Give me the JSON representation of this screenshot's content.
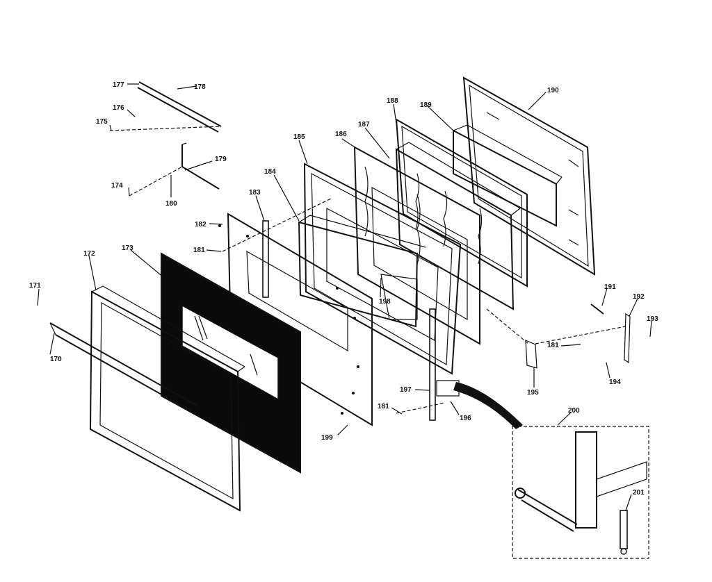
{
  "diagram": {
    "labels": {
      "p170": "170",
      "p171": "171",
      "p172": "172",
      "p173": "173",
      "p174": "174",
      "p175": "175",
      "p176": "176",
      "p177": "177",
      "p178": "178",
      "p179": "179",
      "p180": "180",
      "p181a": "181",
      "p181b": "181",
      "p181c": "181",
      "p182": "182",
      "p183": "183",
      "p184": "184",
      "p185": "185",
      "p186": "186",
      "p187": "187",
      "p188": "188",
      "p189": "189",
      "p190": "190",
      "p191": "191",
      "p192": "192",
      "p193": "193",
      "p194": "194",
      "p195": "195",
      "p196": "196",
      "p197": "197",
      "p198": "198",
      "p199": "199",
      "p200": "200",
      "p201": "201"
    },
    "colors": {
      "ink": "#111111",
      "panel": "#0a0a0a",
      "background": "#ffffff"
    }
  }
}
